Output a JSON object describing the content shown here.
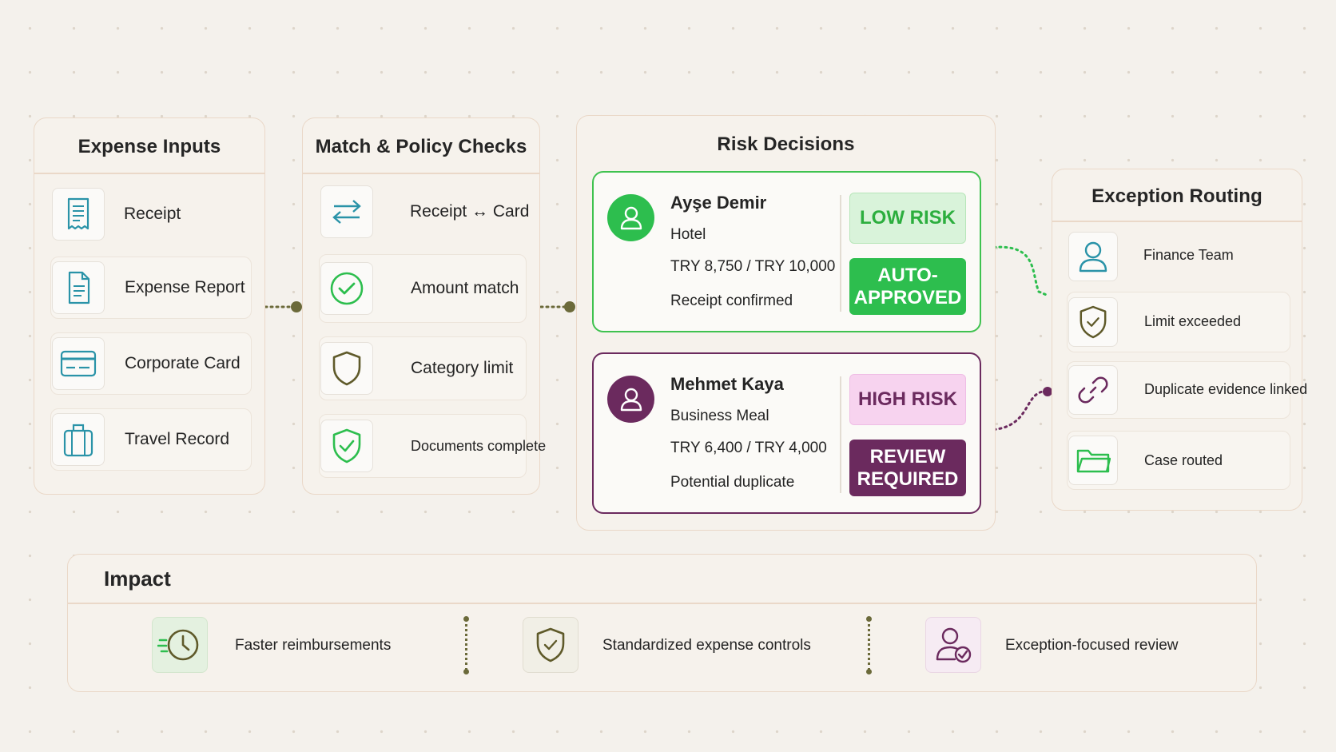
{
  "expense_inputs": {
    "title": "Expense Inputs",
    "items": [
      {
        "label": "Receipt",
        "icon": "receipt-icon"
      },
      {
        "label": "Expense Report",
        "icon": "document-icon"
      },
      {
        "label": "Corporate Card",
        "icon": "credit-card-icon"
      },
      {
        "label": "Travel Record",
        "icon": "luggage-icon"
      }
    ]
  },
  "match_policy": {
    "title": "Match & Policy Checks",
    "items": [
      {
        "label": "Receipt ↔ Card",
        "icon": "arrows-swap-icon"
      },
      {
        "label": "Amount match",
        "icon": "check-circle-icon"
      },
      {
        "label": "Category limit",
        "icon": "shield-icon"
      },
      {
        "label": "Documents complete",
        "icon": "shield-check-icon"
      }
    ]
  },
  "risk_decisions": {
    "title": "Risk Decisions",
    "cards": [
      {
        "name": "Ayşe Demir",
        "category": "Hotel",
        "amount": "TRY 8,750 / TRY 10,000",
        "status": "Receipt confirmed",
        "risk_badge": "LOW RISK",
        "decision_badge": "AUTO-\nAPPROVED",
        "accent": "#2dbe4e"
      },
      {
        "name": "Mehmet Kaya",
        "category": "Business Meal",
        "amount": "TRY 6,400 / TRY 4,000",
        "status": "Potential duplicate",
        "risk_badge": "HIGH RISK",
        "decision_badge": "REVIEW\nREQUIRED",
        "accent": "#6b2a5e"
      }
    ]
  },
  "exception_routing": {
    "title": "Exception Routing",
    "items": [
      {
        "label": "Finance Team",
        "icon": "user-icon"
      },
      {
        "label": "Limit exceeded",
        "icon": "shield-check-icon"
      },
      {
        "label": "Duplicate evidence linked",
        "icon": "link-icon"
      },
      {
        "label": "Case routed",
        "icon": "folder-icon"
      }
    ]
  },
  "impact": {
    "title": "Impact",
    "items": [
      {
        "label": "Faster reimbursements",
        "icon": "fast-clock-icon"
      },
      {
        "label": "Standardized expense controls",
        "icon": "shield-check-icon"
      },
      {
        "label": "Exception-focused review",
        "icon": "user-check-icon"
      }
    ]
  },
  "colors": {
    "teal": "#2a93a8",
    "green": "#2dbe4e",
    "olive": "#5f5a2a",
    "plum": "#6b2a5e",
    "connector": "#6b6a3a"
  }
}
